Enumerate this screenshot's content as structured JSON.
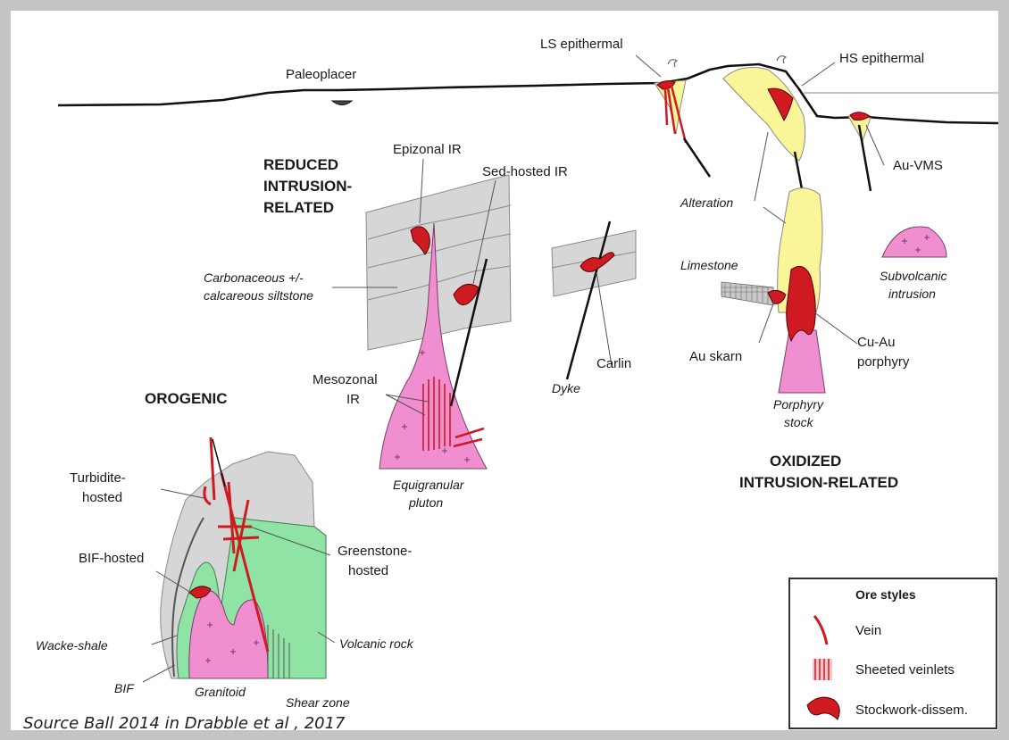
{
  "labels": {
    "paleoplacer": "Paleoplacer",
    "ls_epithermal": "LS epithermal",
    "hs_epithermal": "HS epithermal",
    "au_vms": "Au-VMS",
    "reduced_1": "REDUCED",
    "reduced_2": "INTRUSION-",
    "reduced_3": "RELATED",
    "epizonal_ir": "Epizonal IR",
    "sed_hosted_ir": "Sed-hosted IR",
    "carbonaceous_1": "Carbonaceous +/-",
    "carbonaceous_2": "calcareous siltstone",
    "mesozonal_1": "Mesozonal",
    "mesozonal_2": "IR",
    "equigranular_1": "Equigranular",
    "equigranular_2": "pluton",
    "carlin": "Carlin",
    "dyke": "Dyke",
    "alteration": "Alteration",
    "limestone": "Limestone",
    "au_skarn": "Au skarn",
    "cu_au_1": "Cu-Au",
    "cu_au_2": "porphyry",
    "porphyry_stock_1": "Porphyry",
    "porphyry_stock_2": "stock",
    "subvolcanic_1": "Subvolcanic",
    "subvolcanic_2": "intrusion",
    "oxidized_1": "OXIDIZED",
    "oxidized_2": "INTRUSION-RELATED",
    "orogenic": "OROGENIC",
    "turbidite_1": "Turbidite-",
    "turbidite_2": "hosted",
    "bif_hosted": "BIF-hosted",
    "greenstone_1": "Greenstone-",
    "greenstone_2": "hosted",
    "wacke_shale": "Wacke-shale",
    "volcanic_rock": "Volcanic rock",
    "bif": "BIF",
    "granitoid": "Granitoid",
    "shear_zone": "Shear zone"
  },
  "legend": {
    "title": "Ore styles",
    "items": [
      {
        "label": "Vein",
        "icon": "vein-icon"
      },
      {
        "label": "Sheeted veinlets",
        "icon": "sheeted-veinlets-icon"
      },
      {
        "label": "Stockwork-dissem.",
        "icon": "stockwork-icon"
      }
    ]
  },
  "source": "Source Ball 2014 in Drabble et al , 2017",
  "colors": {
    "ore_red": "#d01a22",
    "pink_intrusion": "#f08fcf",
    "alteration_yellow": "#fbf59a",
    "greenstone_green": "#8fe3a5",
    "sediment_gray": "#d6d6d6",
    "frame_gray": "#c4c4c4"
  }
}
